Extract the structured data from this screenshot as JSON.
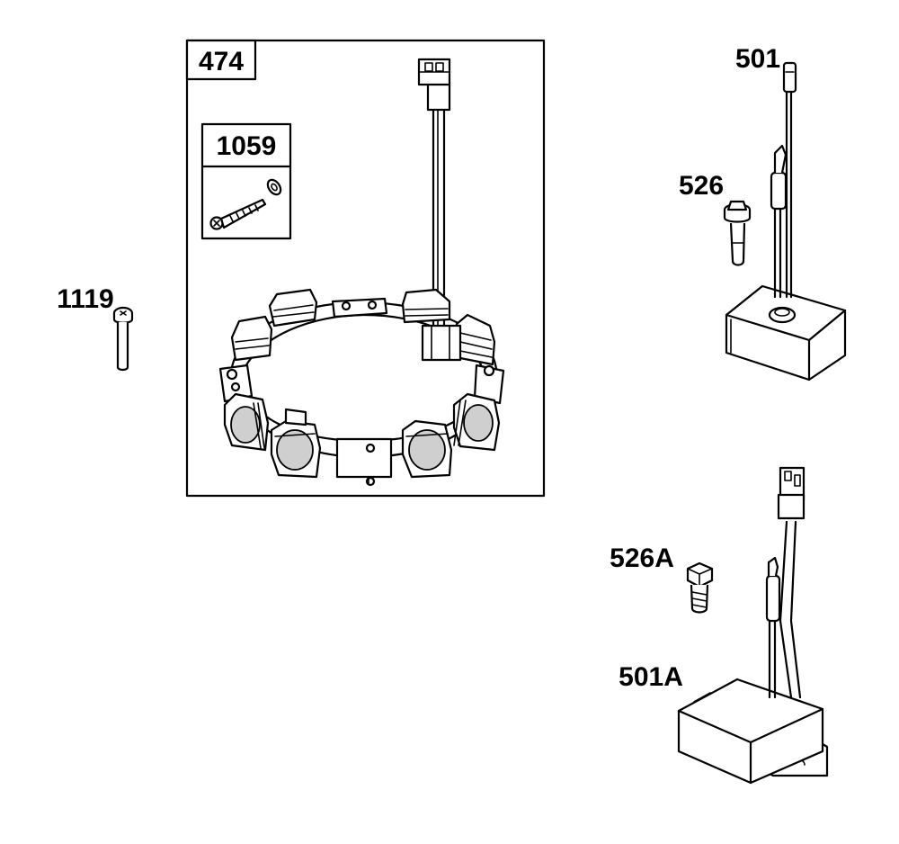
{
  "diagram": {
    "callouts": {
      "assembly": "474",
      "screw_kit": "1059",
      "bolt_left": "1119",
      "module_top": "501",
      "bolt_top": "526",
      "bolt_bottom": "526A",
      "module_bottom": "501A"
    }
  }
}
